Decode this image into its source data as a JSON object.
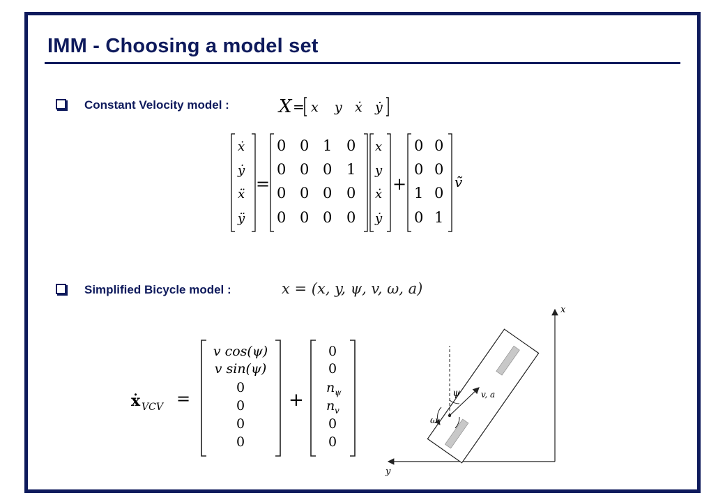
{
  "slide": {
    "title": "IMM - Choosing a model set",
    "colors": {
      "navy": "#0e1a5c",
      "vehicle_gray": "#c8c8c8"
    }
  },
  "cv_model": {
    "label": "Constant Velocity model :",
    "state_vector": {
      "symbol": "X",
      "eq": "=",
      "entries": [
        "x",
        "y",
        "ẋ",
        "ẏ"
      ]
    },
    "equation": {
      "lhs": [
        "ẋ",
        "ẏ",
        "ẍ",
        "ÿ"
      ],
      "eq": "=",
      "A": [
        [
          "0",
          "0",
          "1",
          "0"
        ],
        [
          "0",
          "0",
          "0",
          "1"
        ],
        [
          "0",
          "0",
          "0",
          "0"
        ],
        [
          "0",
          "0",
          "0",
          "0"
        ]
      ],
      "state": [
        "x",
        "y",
        "ẋ",
        "ẏ"
      ],
      "plus": "+",
      "B": [
        [
          "0",
          "0"
        ],
        [
          "0",
          "0"
        ],
        [
          "1",
          "0"
        ],
        [
          "0",
          "1"
        ]
      ],
      "noise": "ṽ"
    }
  },
  "bicycle_model": {
    "label": "Simplified Bicycle model :",
    "state_vector": "x = (x, y, ψ, v, ω, a)",
    "equation": {
      "lhs_symbol": "ẋ",
      "lhs_subscript": "VCV",
      "eq": "=",
      "col1": [
        "v cos(ψ)",
        "v sin(ψ)",
        "0",
        "0",
        "0",
        "0"
      ],
      "plus": "+",
      "col2_base": [
        "0",
        "0",
        "n",
        "n",
        "0",
        "0"
      ],
      "col2_sub": [
        "",
        "",
        "ψ",
        "v",
        "",
        ""
      ]
    },
    "figure": {
      "x_axis_label": "x",
      "y_axis_label": "y",
      "heading_label": "ψ",
      "velocity_label": "v, a",
      "yaw_rate_label": "ω"
    }
  }
}
